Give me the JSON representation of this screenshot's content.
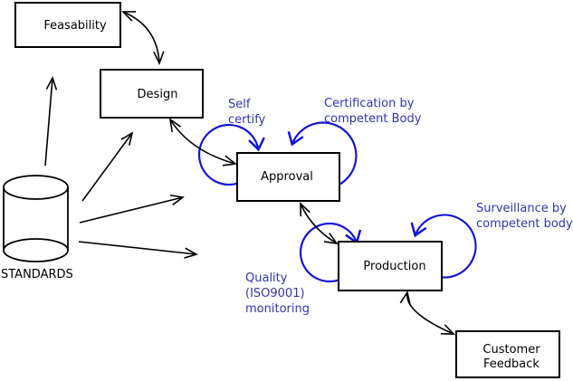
{
  "diagram": {
    "nodes": {
      "feasability": {
        "label": "Feasability"
      },
      "design": {
        "label": "Design"
      },
      "approval": {
        "label": "Approval"
      },
      "production": {
        "label": "Production"
      },
      "customer_feedback": {
        "lines": [
          "Customer",
          "Feedback"
        ]
      },
      "standards": {
        "label": "STANDARDS",
        "shape": "cylinder"
      }
    },
    "annotations": {
      "self_certify": {
        "lines": [
          "Self",
          "certify"
        ]
      },
      "certification": {
        "lines": [
          "Certification by",
          "competent Body"
        ]
      },
      "surveillance": {
        "lines": [
          "Surveillance by",
          "competent body"
        ]
      },
      "quality_monitoring": {
        "lines": [
          "Quality",
          "(ISO9001)",
          "monitoring"
        ]
      }
    },
    "colors": {
      "background": "#ffffff",
      "node_border": "#000000",
      "node_fill": "#ffffff",
      "node_text": "#000000",
      "arrow": "#000000",
      "loop_stroke": "#1414d6",
      "annotation_text": "#3333b3"
    }
  }
}
